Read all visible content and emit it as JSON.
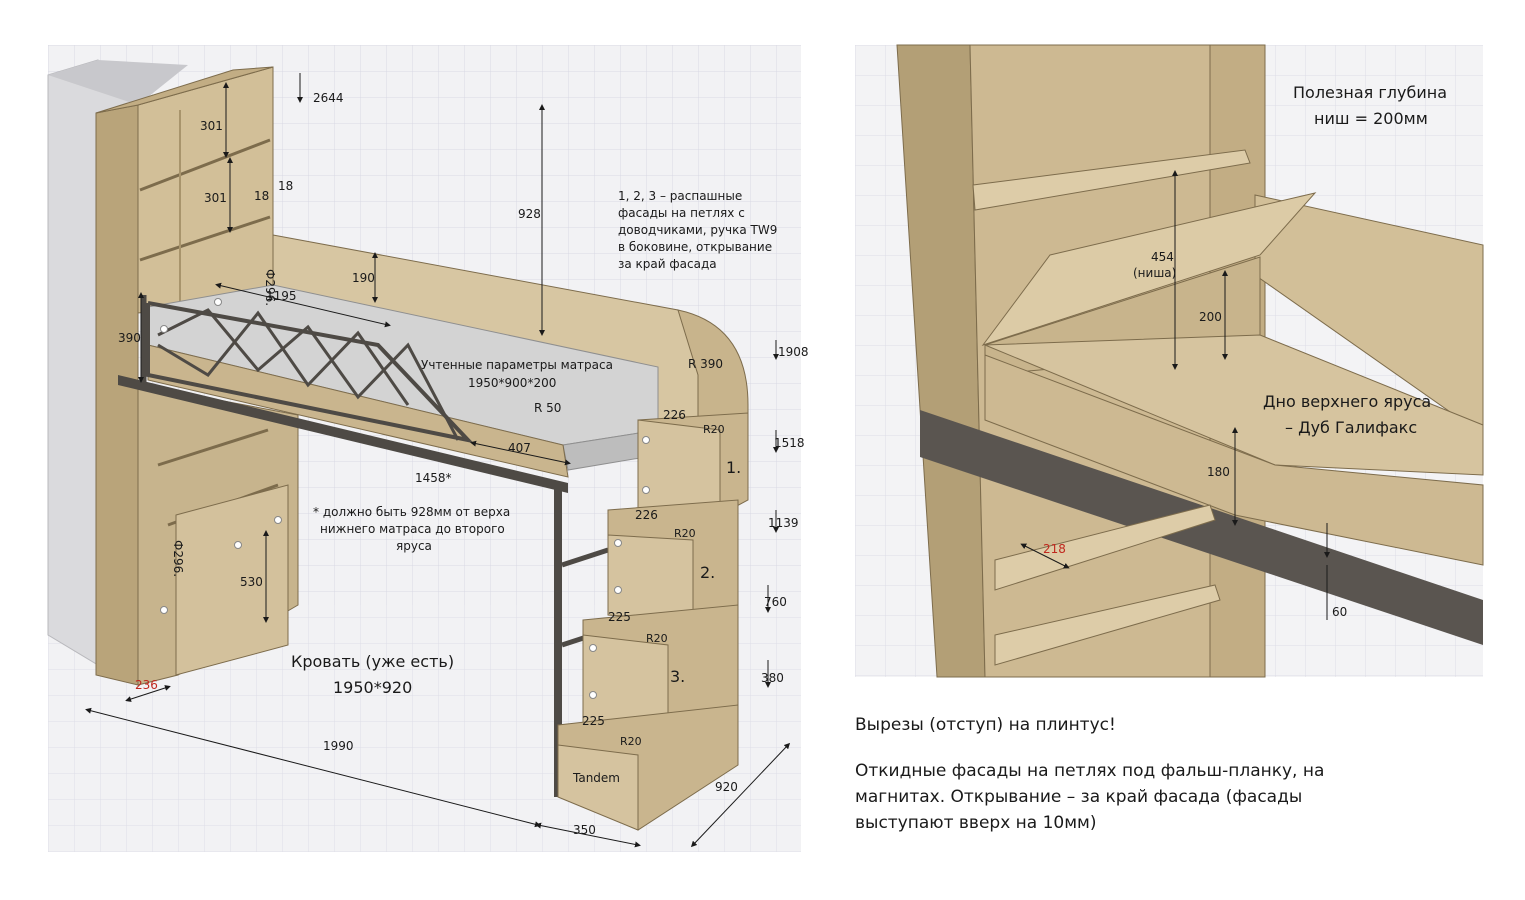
{
  "left": {
    "dimensions": {
      "h2644": "2644",
      "h301a": "301",
      "h301b": "301",
      "t18a": "18",
      "t18b": "18",
      "d296a": "Ф296.",
      "h928": "928",
      "h190": "190",
      "w1195": "1195",
      "h390": "390",
      "h1908": "1908",
      "r390": "R 390",
      "r50": "R 50",
      "w407": "407",
      "w1458": "1458*",
      "w226a": "226",
      "r20a": "R20",
      "h1518": "1518",
      "w226b": "226",
      "r20b": "R20",
      "h1139": "1139",
      "w225a": "225",
      "r20c": "R20",
      "h760": "760",
      "w225b": "225",
      "r20d": "R20",
      "h380": "380",
      "d296b": "Ф296.",
      "h530": "530",
      "w236": "236",
      "w1990": "1990",
      "w350": "350",
      "w920": "920"
    },
    "steps": {
      "s1": "1.",
      "s2": "2.",
      "s3": "3."
    },
    "drawer_label": "Tandem",
    "note_fronts": [
      "1, 2, 3 – распашные",
      "фасады на петлях с",
      "доводчиками, ручка TW9",
      "в боковине, открывание",
      "за край фасада"
    ],
    "mattress": [
      "Учтенные параметры матраса",
      "1950*900*200"
    ],
    "footnote": [
      "* должно быть 928мм от верха",
      "нижнего матраса до второго",
      "яруса"
    ],
    "bed": [
      "Кровать (уже есть)",
      "1950*920"
    ]
  },
  "right": {
    "depth_note": [
      "Полезная глубина",
      "ниш = 200мм"
    ],
    "h454": "454",
    "niche": "(ниша)",
    "h200": "200",
    "bottom": [
      "Дно верхнего яруса",
      "– Дуб Галифакс"
    ],
    "h180": "180",
    "w218": "218",
    "h60": "60"
  },
  "captions": {
    "cutouts": "Вырезы (отступ) на плинтус!",
    "fronts": "Откидные фасады на петлях под фальш-планку, на\nмагнитах. Открывание – за край фасада (фасады\nвыступают вверх на 10мм)"
  },
  "colors": {
    "wood": "#c9b58e",
    "wood_dark": "#a8946c",
    "metal": "#4e4a45",
    "mattress": "#d3d3d3",
    "grid": "#dcdce6",
    "accent_red": "#c0281e"
  }
}
